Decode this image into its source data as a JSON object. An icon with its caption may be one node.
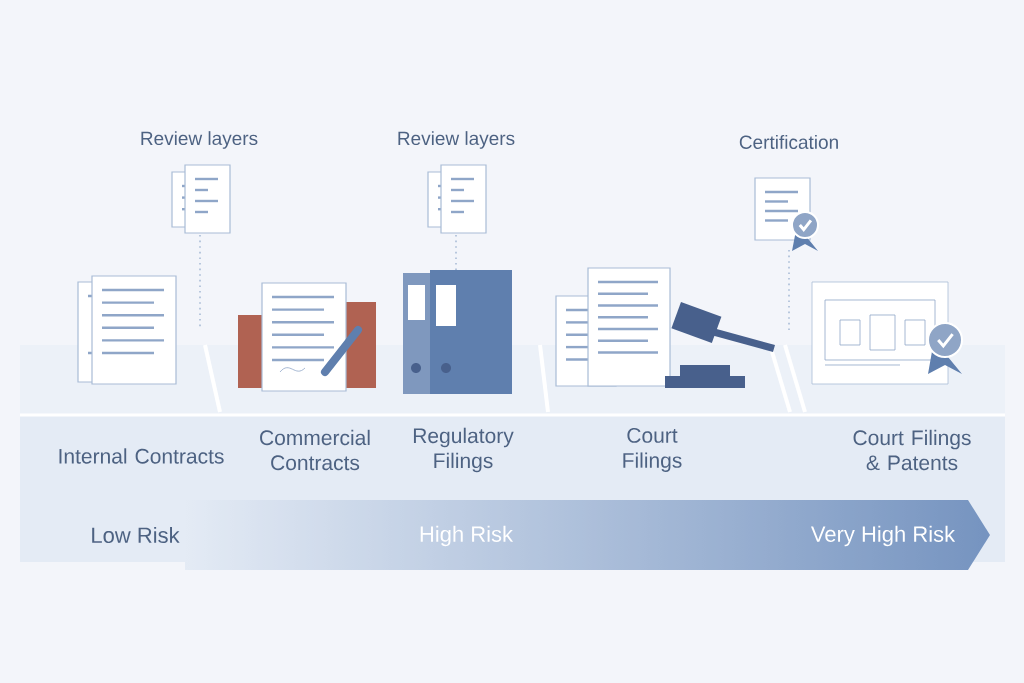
{
  "diagram": {
    "nodes": [
      {
        "text": [
          "Internal Contracts"
        ]
      },
      {
        "text": [
          "Commercial Contracts"
        ]
      },
      {
        "text": [
          "Regulatory Filings"
        ]
      },
      {
        "text": [
          "Court Filings"
        ]
      },
      {
        "text": [
          "Court Filings & Patents"
        ]
      }
    ],
    "labels": [
      "Review layers",
      "Review layers",
      "Certification",
      "Low Risk",
      "High Risk",
      "Very High Risk"
    ]
  }
}
